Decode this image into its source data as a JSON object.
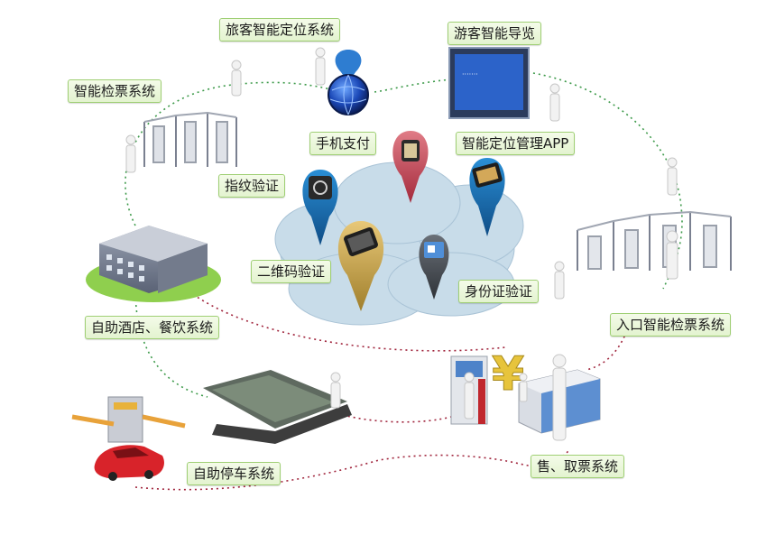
{
  "labels": {
    "tourist_positioning": "旅客智能定位系统",
    "tourist_guide": "游客智能导览",
    "smart_ticket_check": "智能检票系统",
    "mobile_payment": "手机支付",
    "positioning_app": "智能定位管理APP",
    "fingerprint": "指纹验证",
    "qr_code": "二维码验证",
    "id_card": "身份证验证",
    "hotel_dining": "自助酒店、餐饮系统",
    "entrance_check": "入口智能检票系统",
    "parking": "自助停车系统",
    "ticket_sale": "售、取票系统"
  },
  "colors": {
    "label_border": "#9fcf74",
    "cloud": "#c8dce9",
    "dotted_green": "#3d9a4a",
    "dotted_red": "#a0243c"
  },
  "icons": [
    "globe-pin-icon",
    "kiosk-screen-icon",
    "turnstile-icon",
    "building-icon",
    "phone-pin-icon",
    "tablet-pin-icon",
    "fingerprint-pin-icon",
    "qr-pin-icon",
    "id-card-pin-icon",
    "parking-lot-icon",
    "barrier-gate-icon",
    "car-icon",
    "ticket-machine-icon",
    "yuan-sign-icon",
    "service-desk-icon",
    "person-icon"
  ]
}
